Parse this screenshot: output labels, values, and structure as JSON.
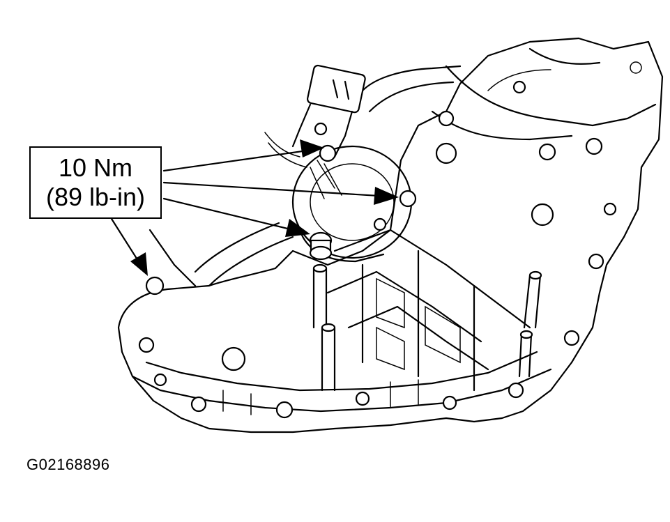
{
  "callout": {
    "torque_nm": "10 Nm",
    "torque_lbin": "(89 lb-in)"
  },
  "figure_id": "G02168896",
  "colors": {
    "ink": "#000000",
    "paper": "#ffffff"
  }
}
